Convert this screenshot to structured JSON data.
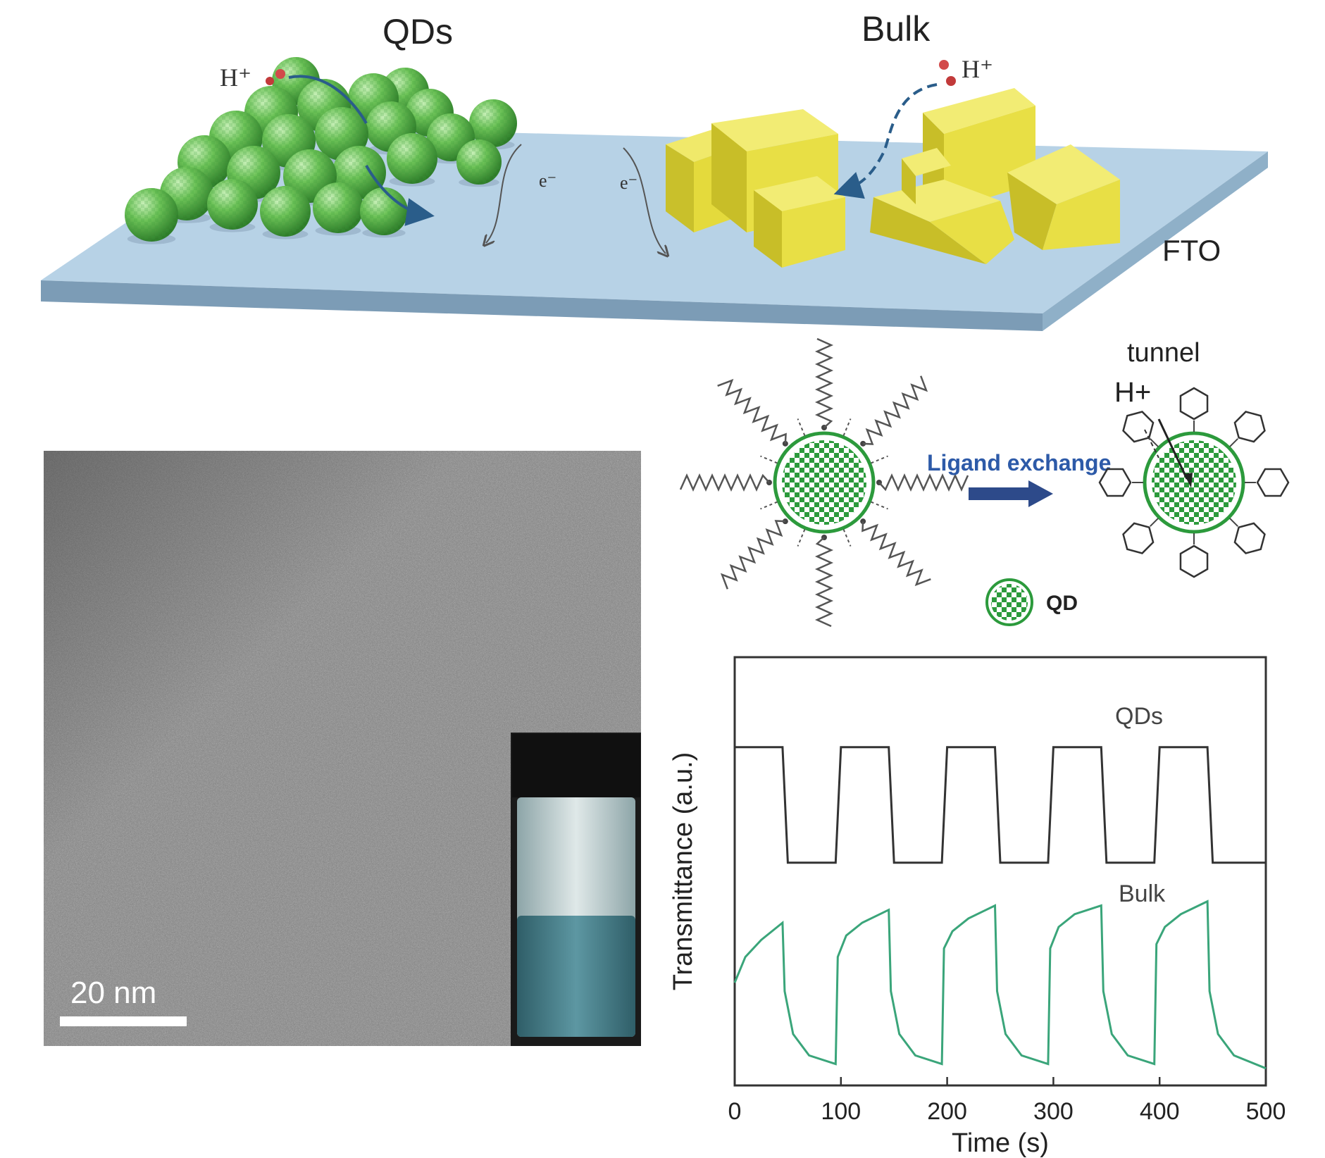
{
  "schematic": {
    "qds_title": "QDs",
    "bulk_title": "Bulk",
    "proton_left": "H⁺",
    "proton_right": "H⁺",
    "electron_left": "e⁻",
    "electron_right": "e⁻",
    "substrate_label": "FTO"
  },
  "ligand": {
    "arrow_label": "Ligand exchange",
    "tunnel_label": "tunnel",
    "proton_label": "H+",
    "legend_label": "QD",
    "colors": {
      "qd": "#2c9a3c",
      "arrow": "#2d4a8a",
      "label": "#2d5aa8"
    }
  },
  "tem": {
    "scale_bar": "20 nm"
  },
  "chart_data": {
    "type": "line",
    "title": "",
    "xlabel": "Time (s)",
    "ylabel": "Transmittance (a.u.)",
    "xlim": [
      0,
      500
    ],
    "xticks": [
      0,
      100,
      200,
      300,
      400,
      500
    ],
    "yticks": [],
    "ylim": [
      0,
      1
    ],
    "grid": false,
    "series": [
      {
        "name": "QDs",
        "color": "#333333",
        "x": [
          0,
          45,
          50,
          95,
          100,
          145,
          150,
          195,
          200,
          245,
          250,
          295,
          300,
          345,
          350,
          395,
          400,
          445,
          450,
          500
        ],
        "y": [
          0.79,
          0.79,
          0.52,
          0.52,
          0.79,
          0.79,
          0.52,
          0.52,
          0.79,
          0.79,
          0.52,
          0.52,
          0.79,
          0.79,
          0.52,
          0.52,
          0.79,
          0.79,
          0.52,
          0.52
        ]
      },
      {
        "name": "Bulk",
        "color": "#3aa57a",
        "x": [
          0,
          10,
          25,
          45,
          47,
          55,
          70,
          95,
          97,
          105,
          120,
          145,
          147,
          155,
          170,
          195,
          197,
          205,
          220,
          245,
          247,
          255,
          270,
          295,
          297,
          305,
          320,
          345,
          347,
          355,
          370,
          395,
          397,
          405,
          420,
          445,
          447,
          455,
          470,
          500
        ],
        "y": [
          0.24,
          0.3,
          0.34,
          0.38,
          0.22,
          0.12,
          0.07,
          0.05,
          0.3,
          0.35,
          0.38,
          0.41,
          0.22,
          0.12,
          0.07,
          0.05,
          0.32,
          0.36,
          0.39,
          0.42,
          0.22,
          0.12,
          0.07,
          0.05,
          0.32,
          0.37,
          0.4,
          0.42,
          0.22,
          0.12,
          0.07,
          0.05,
          0.33,
          0.37,
          0.4,
          0.43,
          0.22,
          0.12,
          0.07,
          0.04
        ]
      }
    ]
  }
}
